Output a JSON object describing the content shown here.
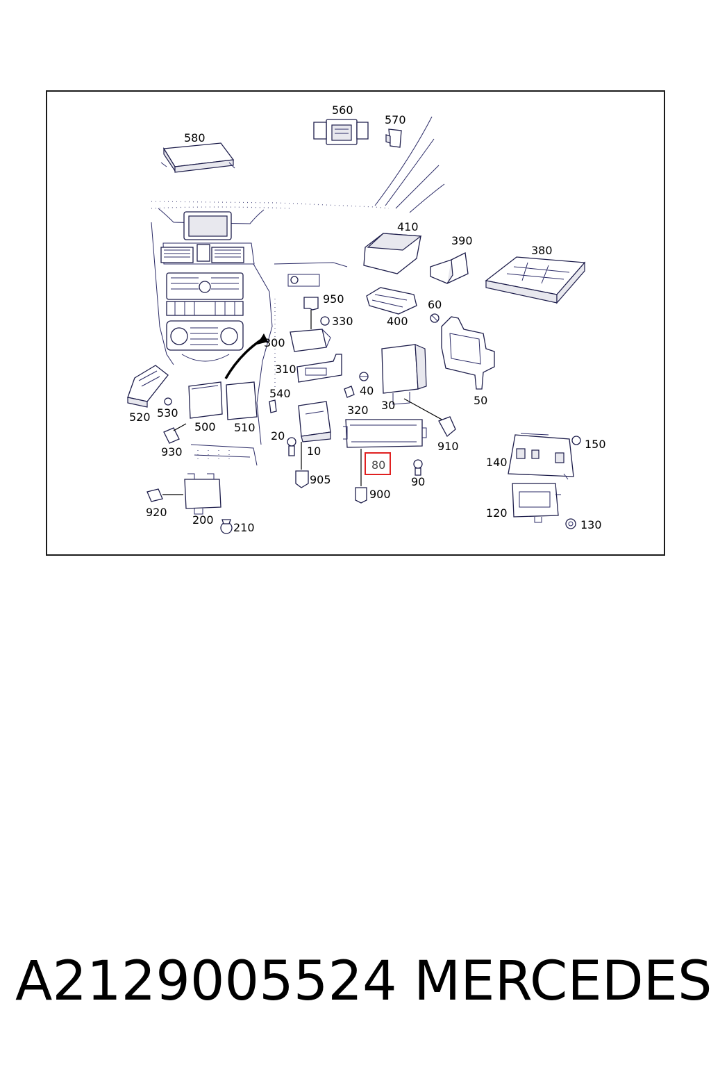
{
  "diagram": {
    "callouts": [
      "560",
      "570",
      "580",
      "410",
      "390",
      "380",
      "400",
      "60",
      "950",
      "330",
      "300",
      "310",
      "40",
      "320",
      "30",
      "50",
      "520",
      "530",
      "500",
      "510",
      "540",
      "930",
      "20",
      "10",
      "905",
      "80",
      "900",
      "90",
      "910",
      "140",
      "150",
      "120",
      "130",
      "920",
      "200",
      "210"
    ],
    "highlighted": "80",
    "highlight_color": "#e02020"
  },
  "footer": {
    "part_number": "A2129005524",
    "brand": "MERCEDES"
  }
}
